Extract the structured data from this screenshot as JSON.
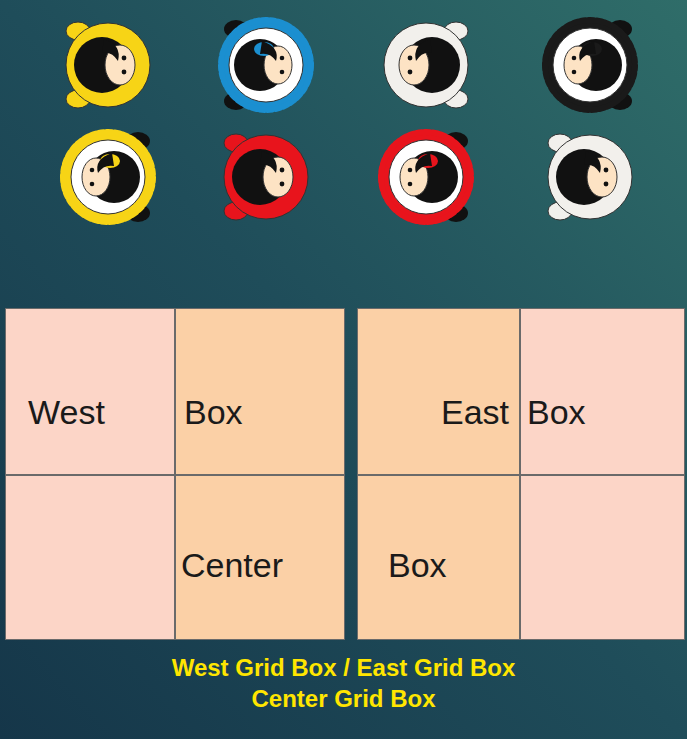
{
  "diagram": {
    "nodes": [
      {
        "text": [
          "West"
        ]
      },
      {
        "text": [
          "Box"
        ]
      },
      {
        "text": [
          "East"
        ]
      },
      {
        "text": [
          "Box"
        ]
      },
      {
        "text": [
          "Center"
        ]
      },
      {
        "text": [
          "Box"
        ]
      }
    ],
    "labels": [
      "West Grid Box / East Grid Box",
      "Center Grid Box"
    ]
  }
}
